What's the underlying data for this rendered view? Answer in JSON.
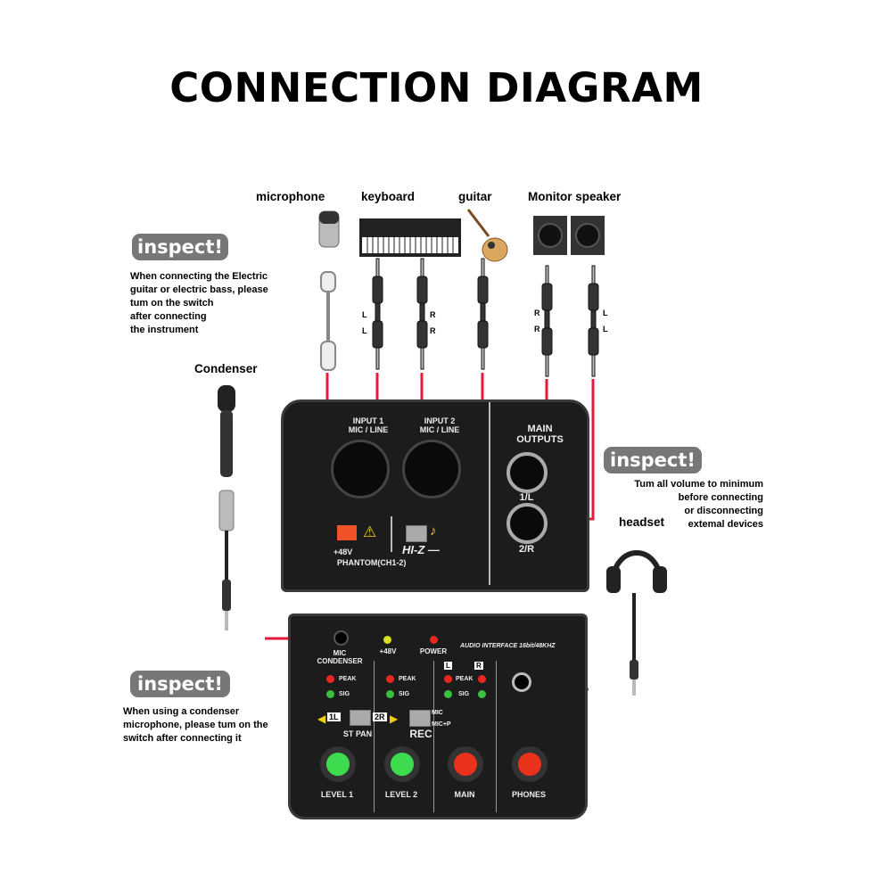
{
  "title": "CONNECTION DIAGRAM",
  "devices": {
    "microphone": "microphone",
    "keyboard": "keyboard",
    "guitar": "guitar",
    "monitor_speaker": "Monitor speaker",
    "condenser": "Condenser",
    "headset": "headset"
  },
  "cable_labels": {
    "kb_left": [
      "L",
      "L"
    ],
    "kb_right": [
      "R",
      "R"
    ],
    "spk_1": [
      "R",
      "R"
    ],
    "spk_2": [
      "L",
      "L"
    ]
  },
  "notes": [
    {
      "badge": "inspect!",
      "lines": [
        "When connecting the Electric",
        "guitar or electric bass, please",
        "tum on the switch",
        "after connecting",
        "the instrument"
      ]
    },
    {
      "badge": "inspect!",
      "lines": [
        "Tum all volume to minimum",
        "before connecting",
        "or disconnecting",
        "extemal devices"
      ]
    },
    {
      "badge": "inspect!",
      "lines": [
        "When using a condenser",
        "microphone, please tum on the",
        "switch after connecting it"
      ]
    }
  ],
  "interface_top": {
    "input1": [
      "INPUT 1",
      "MIC / LINE"
    ],
    "input2": [
      "INPUT 2",
      "MIC / LINE"
    ],
    "main_outputs": [
      "MAIN",
      "OUTPUTS"
    ],
    "out1": "1/L",
    "out2": "2/R",
    "phantom_v": "+48V",
    "phantom": "PHANTOM(CH1-2)",
    "hiz": "HI-Z —"
  },
  "interface_bottom": {
    "mic_condenser": [
      "MIC",
      "CONDENSER"
    ],
    "led_48v": "+48V",
    "power": "POWER",
    "model": "AUDIO INTERFACE 16bit/48KHZ",
    "peak": "PEAK",
    "sig": "SIG",
    "l": "L",
    "r": "R",
    "pan_1l": "1L",
    "pan_2r": "2R",
    "st_pan": "ST PAN",
    "rec": "REC",
    "mic": "MIC",
    "micp": "MIC+P",
    "level1": "LEVEL 1",
    "level2": "LEVEL 2",
    "main": "MAIN",
    "phones": "PHONES"
  },
  "colors": {
    "wire": "#e8173c",
    "badge": "#777777",
    "green_knob": "#3ddc4e",
    "red_knob": "#e8321c",
    "yellow": "#f0d000"
  }
}
